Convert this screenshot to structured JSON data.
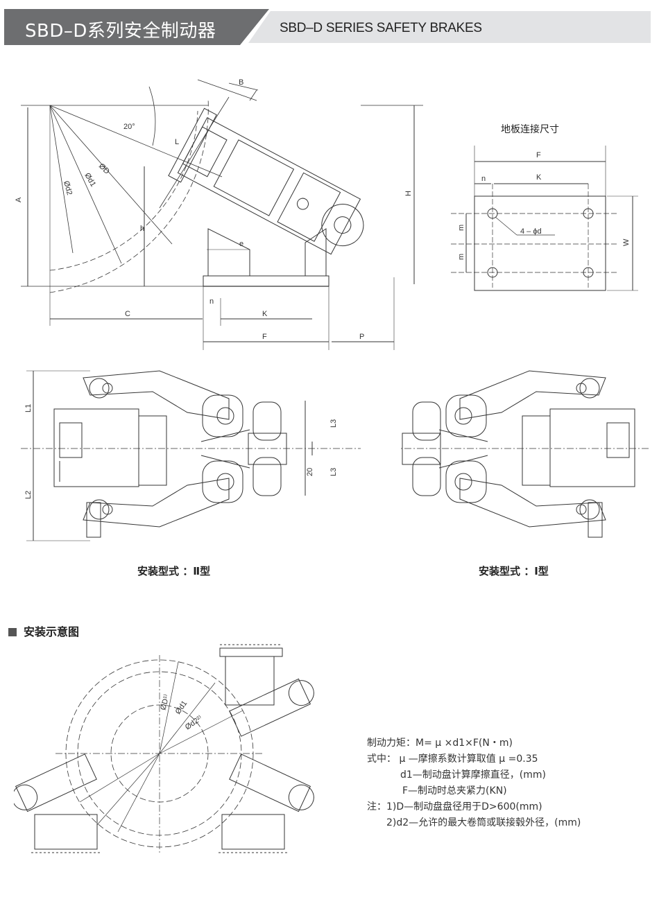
{
  "header": {
    "title_cn": "SBD–D系列安全制动器",
    "title_en": "SBD–D  SERIES SAFETY BRAKES"
  },
  "side_view": {
    "labels": {
      "B": "B",
      "L": "L",
      "angle": "20°",
      "D": "ØD",
      "d1": "Ød1",
      "d2": "Ød2",
      "A": "A",
      "h": "h",
      "H": "H",
      "e": "e",
      "C": "C",
      "n": "n",
      "K": "K",
      "F": "F",
      "P": "P"
    }
  },
  "base_plate": {
    "title": "地板连接尺寸",
    "labels": {
      "F": "F",
      "K": "K",
      "n": "n",
      "m1": "m",
      "m2": "m",
      "hole": "4 – ϕd",
      "W": "W"
    }
  },
  "type_views": {
    "labels": {
      "L1": "L1",
      "L2": "L2",
      "L3a": "L3",
      "L3b": "L3",
      "gap": "20"
    },
    "caption_left": "安装型式 ：Ⅱ型",
    "caption_right": "安装型式 ：Ⅰ型"
  },
  "install": {
    "section_title": "安装示意图",
    "labels": {
      "D": "ØD¹⁾",
      "d1": "Ød1",
      "d2": "Ød2²⁾"
    },
    "formula_lines": [
      "制动力矩：M= μ ×d1×F(N・m)",
      "式中： μ —摩擦系数计算取值 μ =0.35",
      "d1—制动盘计算摩擦直径，(mm)",
      "F—制动时总夹紧力(KN)",
      "注：1)D—制动盘盘径用于D>600(mm)",
      "2)d2—允许的最大卷筒或联接毂外径，(mm)"
    ]
  },
  "colors": {
    "banner_dark": "#6d6e70",
    "banner_light": "#e2e3e5",
    "line": "#333333"
  }
}
